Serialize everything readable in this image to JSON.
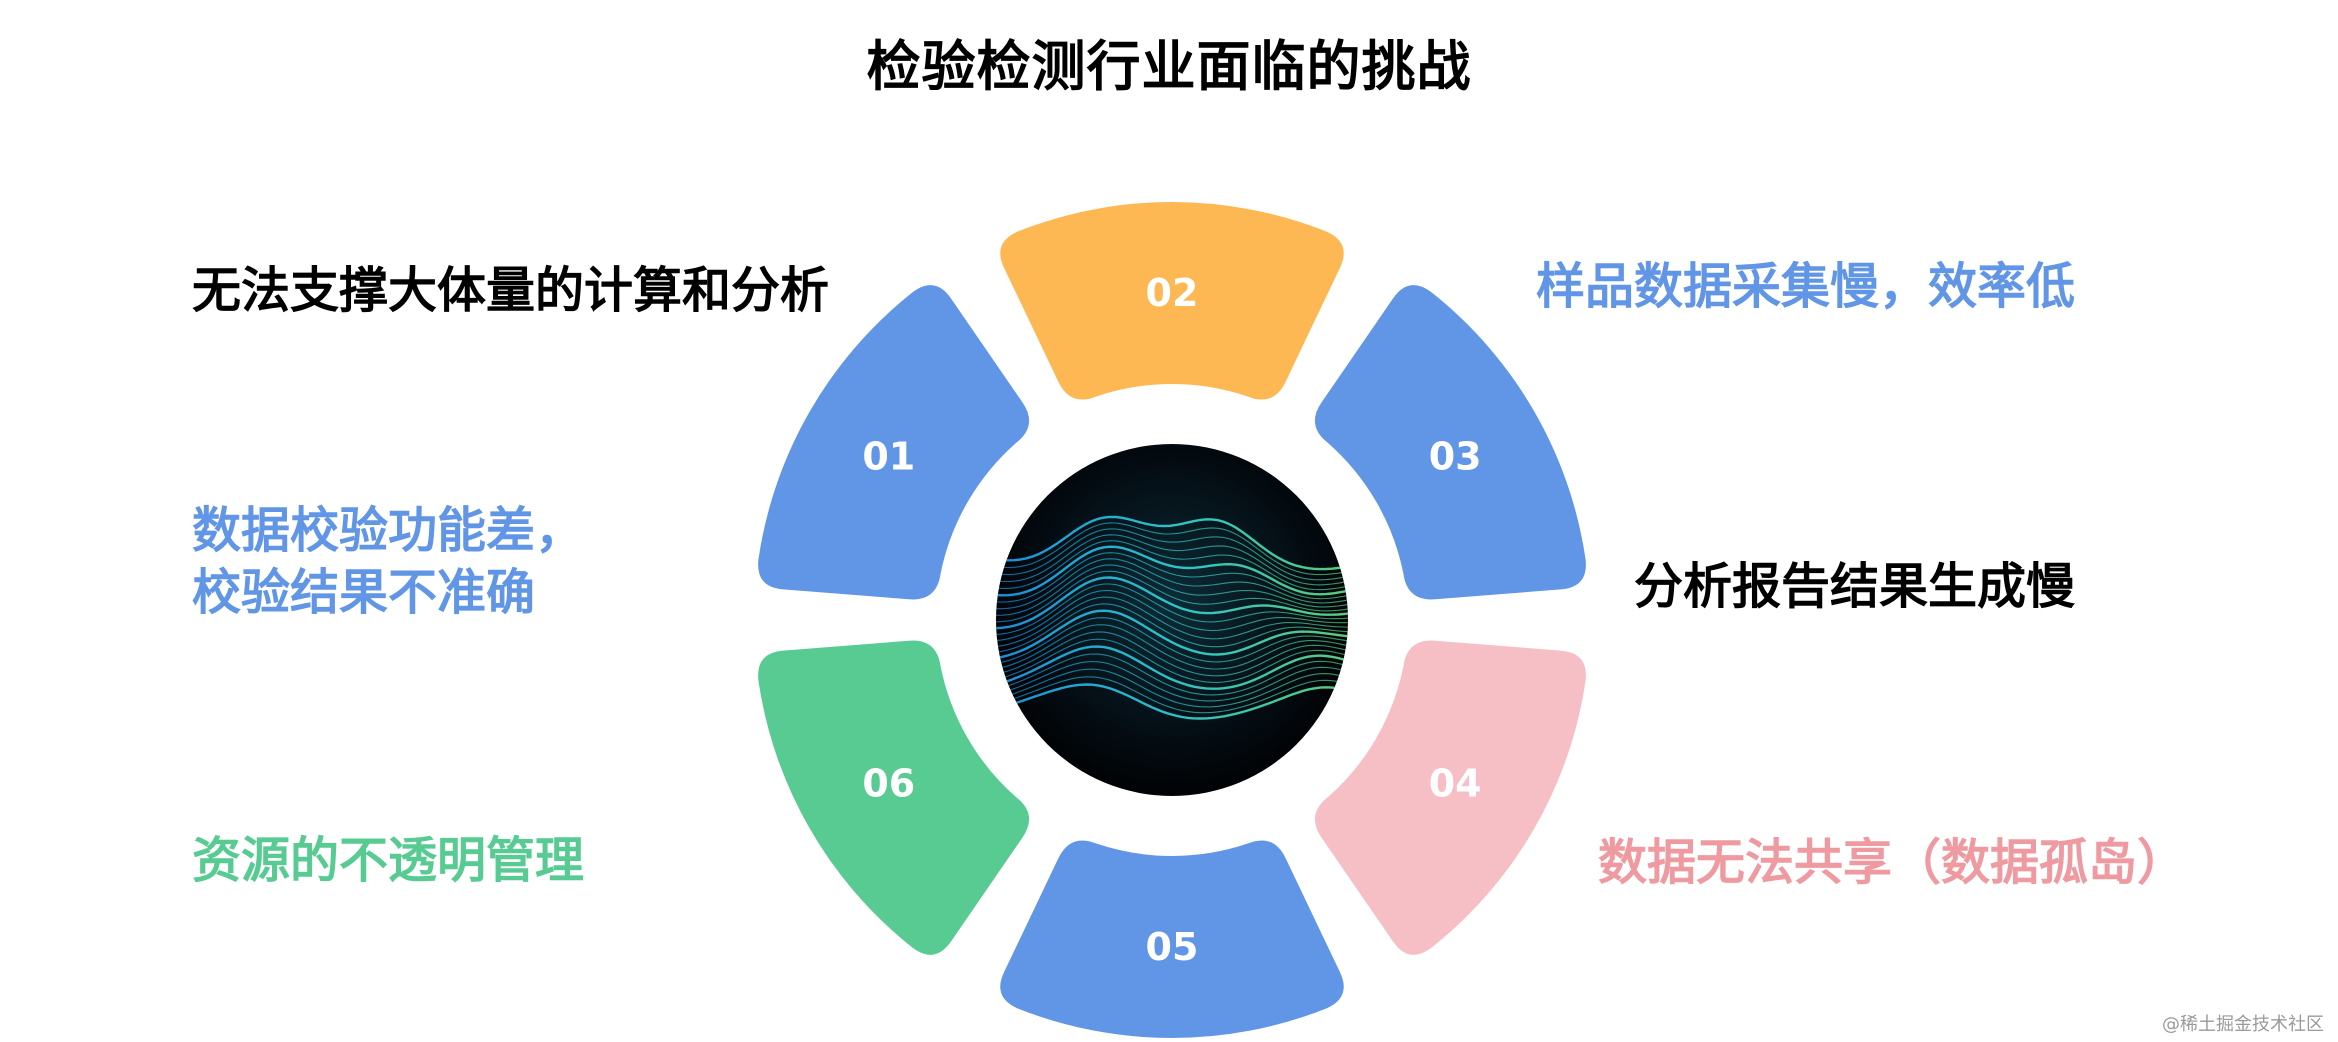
{
  "title": "检验检测行业面临的挑战",
  "segments": [
    {
      "number": "01",
      "color": "#6196E6"
    },
    {
      "number": "02",
      "color": "#FDB854"
    },
    {
      "number": "03",
      "color": "#6196E6"
    },
    {
      "number": "04",
      "color": "#F6BFC6"
    },
    {
      "number": "05",
      "color": "#6196E6"
    },
    {
      "number": "06",
      "color": "#58CB93"
    }
  ],
  "challenges": {
    "top_left": {
      "lines": [
        "无法支撑大体量的计算和分析"
      ],
      "color": "#000000"
    },
    "mid_left": {
      "lines": [
        "数据校验功能差，",
        "校验结果不准确"
      ],
      "color": "#6196E6"
    },
    "bottom_left": {
      "lines": [
        "资源的不透明管理"
      ],
      "color": "#58CB93"
    },
    "top_right": {
      "lines": [
        "样品数据采集慢，效率低"
      ],
      "color": "#6196E6"
    },
    "mid_right": {
      "lines": [
        "分析报告结果生成慢"
      ],
      "color": "#000000"
    },
    "bottom_right": {
      "lines": [
        "数据无法共享（数据孤岛）"
      ],
      "color": "#EE9AA0"
    }
  },
  "center_image": {
    "icon": "data-wave-image"
  },
  "watermark": "@稀土掘金技术社区"
}
